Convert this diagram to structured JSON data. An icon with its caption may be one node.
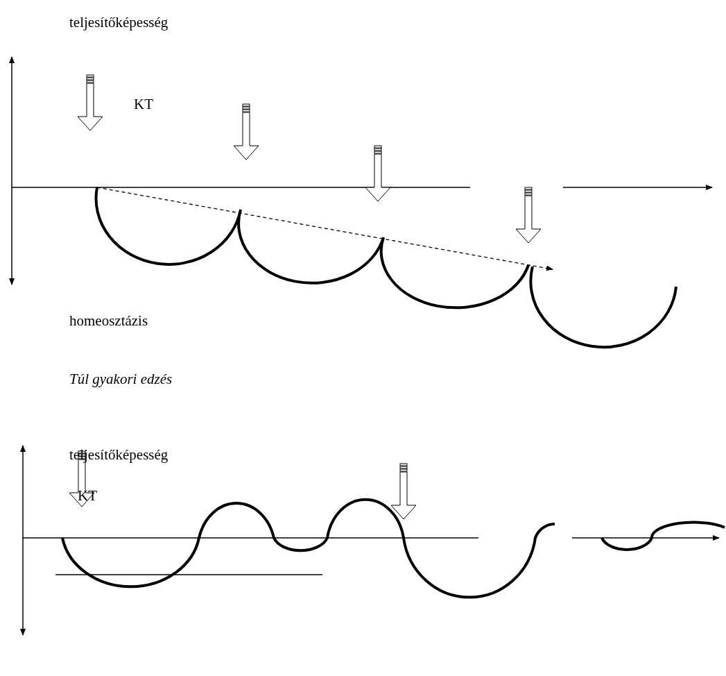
{
  "diagram": {
    "labels": [
      "teljesítőképesség",
      "KT",
      "homeosztázis",
      "Túl gyakori edzés",
      "teljesítőképesség",
      "KT"
    ]
  }
}
